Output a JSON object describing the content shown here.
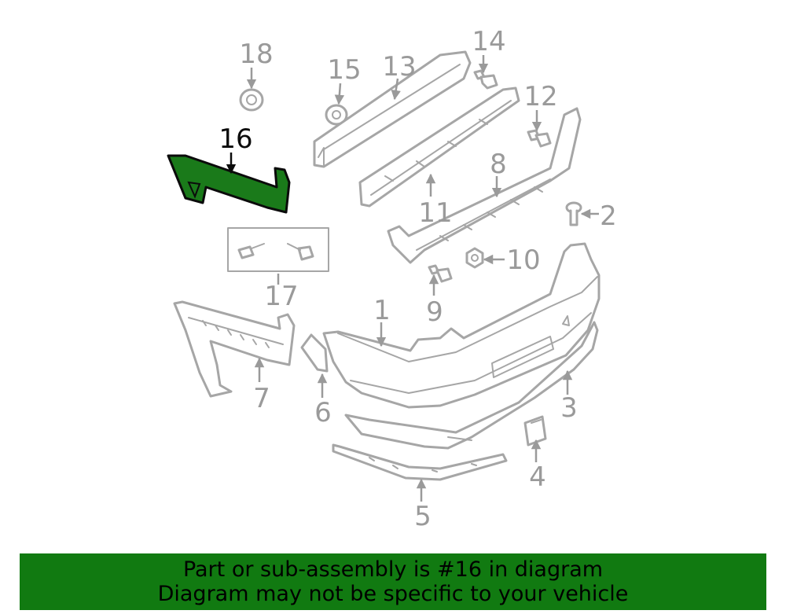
{
  "diagram": {
    "highlighted_part": "16",
    "highlight_color": "#1a7a1a",
    "part_color": "#a6a6a6",
    "callouts": {
      "c1": "1",
      "c2": "2",
      "c3": "3",
      "c4": "4",
      "c5": "5",
      "c6": "6",
      "c7": "7",
      "c8": "8",
      "c9": "9",
      "c10": "10",
      "c11": "11",
      "c12": "12",
      "c13": "13",
      "c14": "14",
      "c15": "15",
      "c16": "16",
      "c17": "17",
      "c18": "18"
    }
  },
  "banner": {
    "line1": "Part or sub-assembly is #16 in diagram",
    "line2": "Diagram may not be specific to your vehicle",
    "background": "#117a11"
  }
}
